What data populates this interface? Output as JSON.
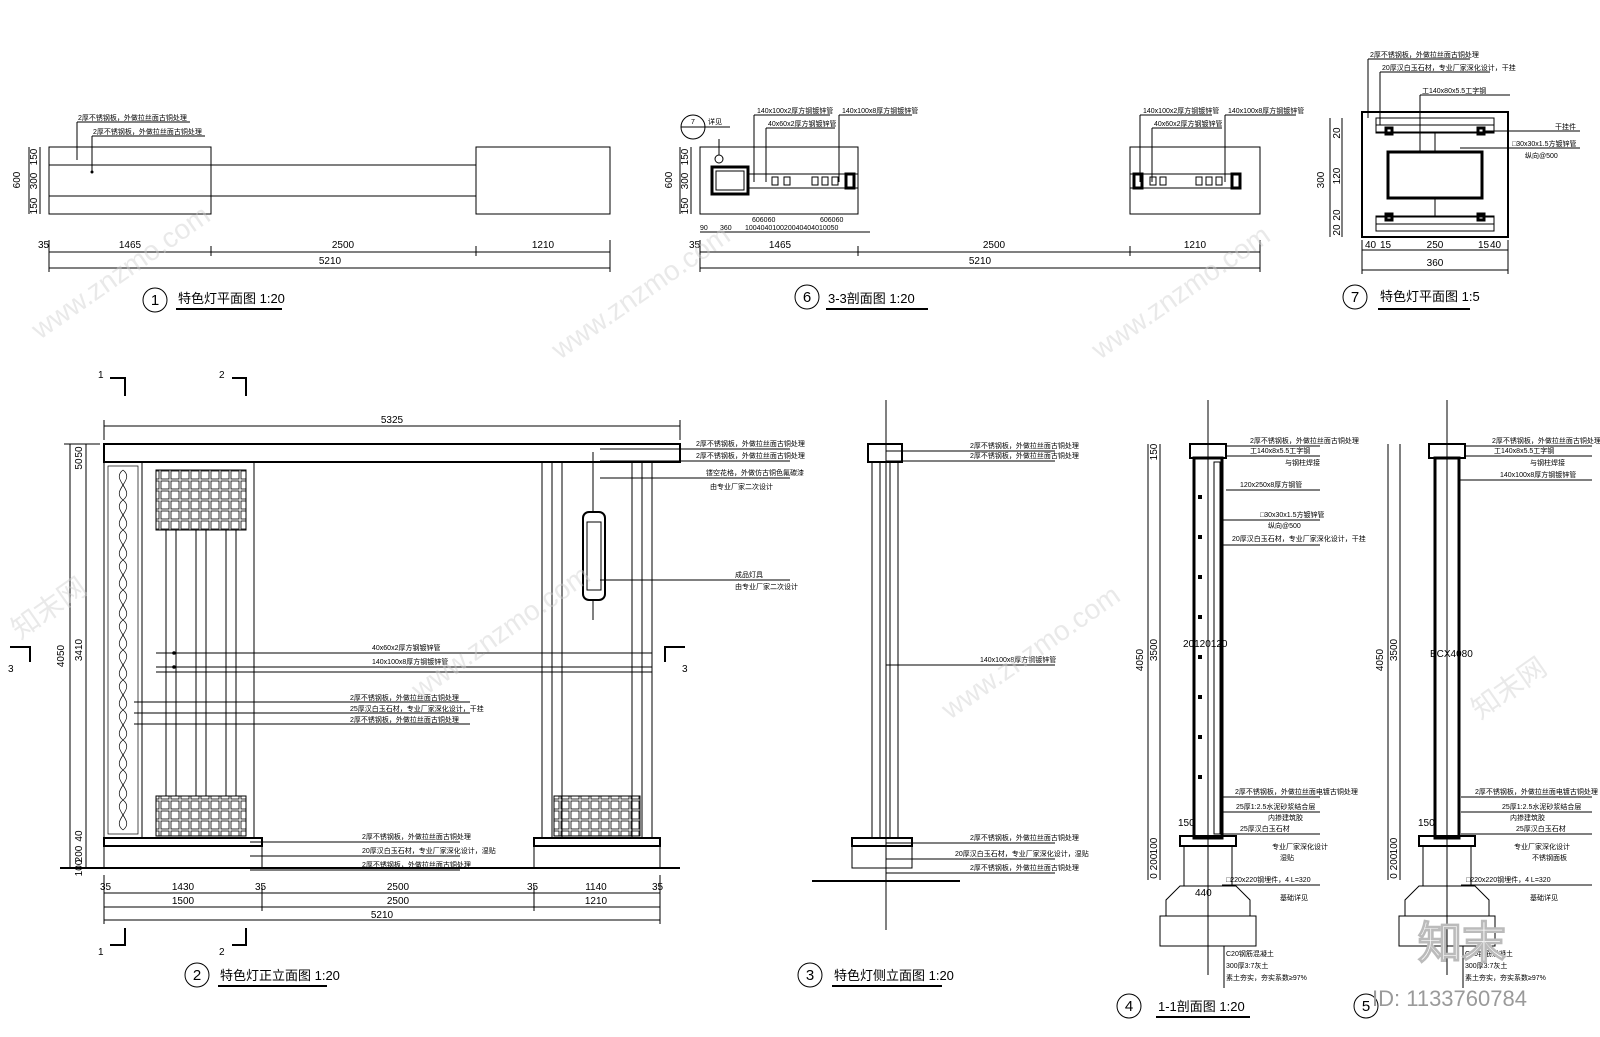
{
  "view1": {
    "title": "特色灯平面图 1:20",
    "num": "1",
    "dims": {
      "h600": "600",
      "h150a": "150",
      "h300": "300",
      "h150b": "150",
      "d35": "35",
      "d1465": "1465",
      "d2500": "2500",
      "d1210": "1210",
      "d5210": "5210"
    },
    "notes": [
      "2厚不锈钢板，外做拉丝面古铜处理",
      "2厚不锈钢板，外做拉丝面古铜处理"
    ]
  },
  "view6": {
    "title": "3-3剖面图 1:20",
    "num": "6",
    "callout": {
      "top": "7",
      "bottom": "详见"
    },
    "dims": {
      "h600": "600",
      "h150a": "150",
      "h300": "300",
      "h150b": "150",
      "d35": "35",
      "d1465": "1465",
      "d2500": "2500",
      "d1210": "1210",
      "d5210": "5210",
      "s90": "90",
      "s360": "360",
      "small1": "606060",
      "small2": "606060",
      "small3": "100404010020040404010050"
    },
    "notes_left": [
      "140x100x2厚方钢镀锌管",
      "40x60x2厚方钢镀锌管",
      "140x100x8厚方钢镀锌管"
    ],
    "notes_right": [
      "140x100x2厚方钢镀锌管",
      "40x60x2厚方钢镀锌管",
      "140x100x8厚方钢镀锌管"
    ]
  },
  "view7": {
    "title": "特色灯平面图 1:5",
    "num": "7",
    "notes": [
      "2厚不锈钢板，外做拉丝面古铜处理",
      "20厚汉白玉石材，专业厂家深化设计，干挂",
      "工140x80x5.5工字钢",
      "干挂件",
      "□30x30x1.5方镀锌管",
      "纵向@500"
    ],
    "dims": {
      "v20a": "20",
      "v300": "300",
      "v120": "120",
      "v20b": "20",
      "v20c": "20",
      "h40a": "40",
      "h15a": "15",
      "h250": "250",
      "h15b": "15",
      "h40b": "40",
      "h360": "360"
    }
  },
  "view2": {
    "title": "特色灯正立面图 1:20",
    "num": "2",
    "markers": {
      "one": "1",
      "two": "2",
      "three": "3"
    },
    "dims": {
      "top": "5325",
      "h4050": "4050",
      "h3410": "3410",
      "h50": "50",
      "h50b": "50",
      "h40": "40",
      "h200": "200",
      "h100": "100",
      "b35a": "35",
      "b1430": "1430",
      "b35b": "35",
      "b2500": "2500",
      "b35c": "35",
      "b1140": "1140",
      "b35d": "35",
      "b1500": "1500",
      "b2500b": "2500",
      "b1210": "1210",
      "b5210": "5210"
    },
    "notes_right": [
      "2厚不锈钢板，外做拉丝面古铜处理",
      "2厚不锈钢板，外做拉丝面古铜处理",
      "镂空花格，外做仿古铜色氟碳漆",
      "由专业厂家二次设计",
      "成品灯具",
      "由专业厂家二次设计"
    ],
    "notes_mid": [
      "40x60x2厚方钢镀锌管",
      "140x100x8厚方钢镀锌管",
      "2厚不锈钢板，外做拉丝面古铜处理",
      "25厚汉白玉石材，专业厂家深化设计，干挂",
      "2厚不锈钢板，外做拉丝面古铜处理"
    ],
    "notes_base": [
      "2厚不锈钢板，外做拉丝面古铜处理",
      "20厚汉白玉石材，专业厂家深化设计，湿贴",
      "2厚不锈钢板，外做拉丝面古铜处理"
    ]
  },
  "view3": {
    "title": "特色灯侧立面图 1:20",
    "num": "3",
    "notes": [
      "2厚不锈钢板，外做拉丝面古铜处理",
      "2厚不锈钢板，外做拉丝面古铜处理",
      "140x100x8厚方钢镀锌管",
      "2厚不锈钢板，外做拉丝面古铜处理",
      "20厚汉白玉石材，专业厂家深化设计，湿贴",
      "2厚不锈钢板，外做拉丝面古铜处理"
    ]
  },
  "view4": {
    "title": "1-1剖面图 1:20",
    "num": "4",
    "dims": {
      "h150": "150",
      "h3500": "3500",
      "h4050": "4050",
      "h100": "100",
      "h200": "200",
      "h0": "0",
      "mid": "20120120",
      "s150": "150",
      "s440": "440"
    },
    "notes": [
      "2厚不锈钢板，外做拉丝面古铜处理",
      "工140x8x5.5工字钢",
      "与钢柱焊接",
      "120x250x8厚方钢管",
      "□30x30x1.5方镀锌管",
      "纵向@500",
      "20厚汉白玉石材，专业厂家深化设计，干挂",
      "2厚不锈钢板，外做拉丝面电镀古铜处理",
      "25厚1:2.5水泥砂浆结合层",
      "内掺建筑胶",
      "25厚汉白玉石材",
      "专业厂家深化设计",
      "湿贴",
      "□220x220钢埋件，4 L=320",
      "基础详见",
      "C20钢筋混凝土",
      "300厚3:7灰土",
      "素土夯实，夯实系数≥97%"
    ]
  },
  "view5": {
    "num": "5",
    "dims": {
      "h3500": "3500",
      "h4050": "4050",
      "h100": "100",
      "h200": "200",
      "h0": "0",
      "mid": "BCX4080",
      "s150": "150"
    },
    "notes": [
      "2厚不锈钢板，外做拉丝面古铜处理",
      "工140x8x5.5工字钢",
      "与钢柱焊接",
      "140x100x8厚方钢镀锌管",
      "2厚不锈钢板，外做拉丝面电镀古铜处理",
      "25厚1:2.5水泥砂浆结合层",
      "内掺建筑胶",
      "25厚汉白玉石材",
      "专业厂家深化设计",
      "不锈钢面板",
      "□220x220钢埋件，4 L=320",
      "基础详见",
      "C20钢筋混凝土",
      "300厚3:7灰土",
      "素土夯实，夯实系数≥97%"
    ]
  },
  "watermark": {
    "site": "www.znzmo.com",
    "brand": "知末网",
    "id": "ID: 1133760784",
    "logo": "知末"
  }
}
